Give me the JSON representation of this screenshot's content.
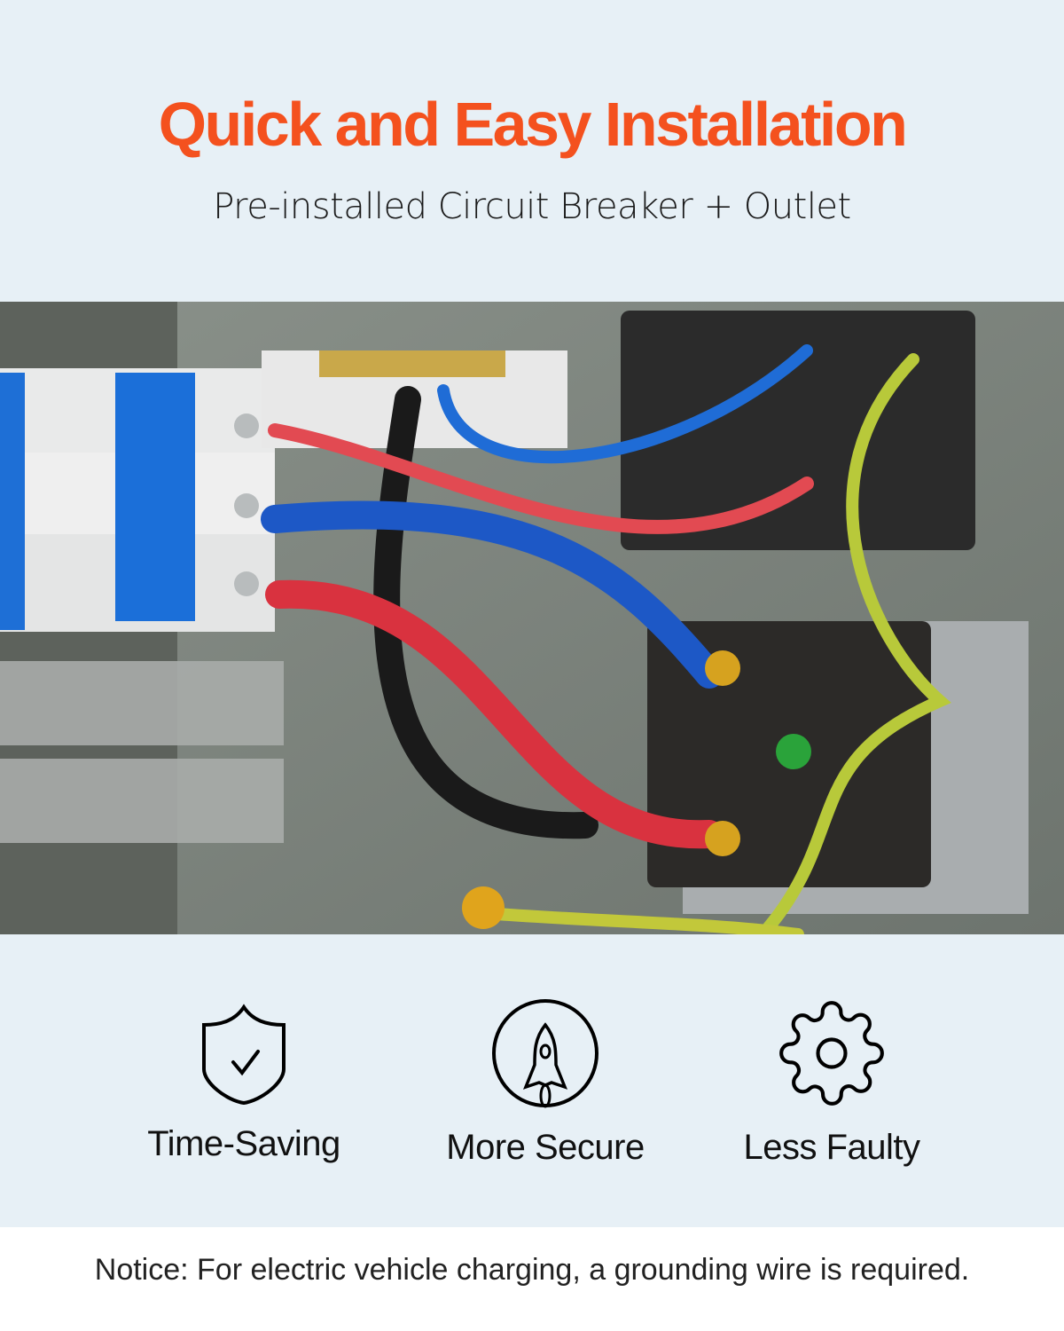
{
  "header": {
    "title": "Quick and Easy Installation",
    "subtitle": "Pre-installed Circuit Breaker + Outlet"
  },
  "colors": {
    "title": "#f4511e",
    "background": "#e7f0f6",
    "notice_band": "#ffffff"
  },
  "features": [
    {
      "icon": "shield-check-icon",
      "label": "Time-Saving"
    },
    {
      "icon": "rocket-icon",
      "label": "More Secure"
    },
    {
      "icon": "gear-icon",
      "label": "Less Faulty"
    }
  ],
  "notice": "Notice: For electric vehicle charging, a grounding wire is required."
}
